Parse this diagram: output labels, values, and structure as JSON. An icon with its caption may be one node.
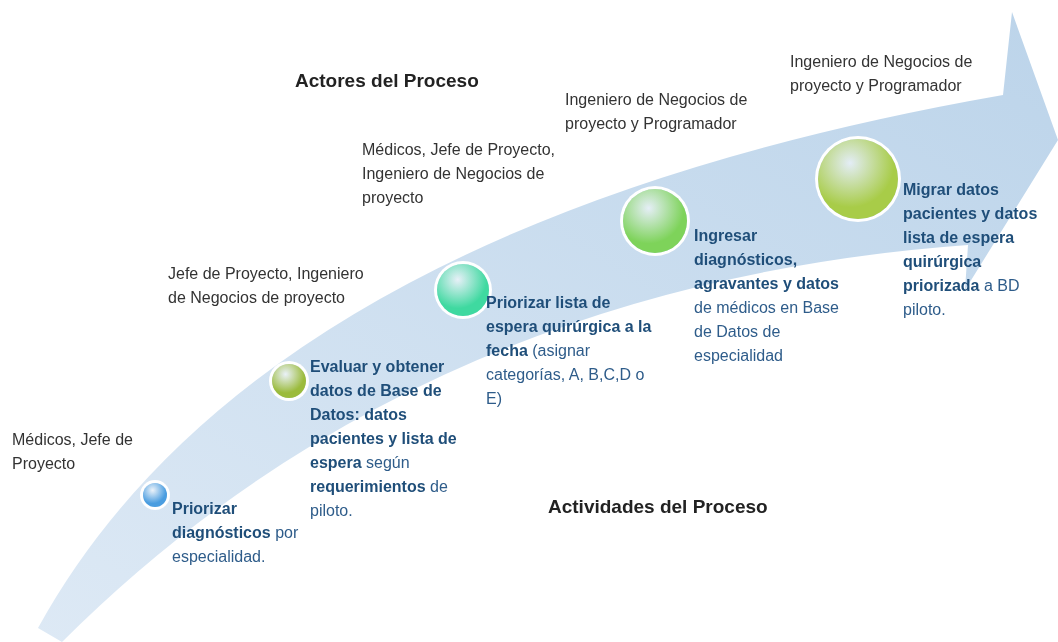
{
  "diagram": {
    "nodes": [
      {
        "text": [],
        "shape": "circle",
        "beside": [
          "Médicos, Jefe de Proyecto",
          "**Priorizar diagnósticos** por especialidad."
        ]
      },
      {
        "text": [],
        "shape": "circle",
        "beside": [
          "Jefe de Proyecto, Ingeniero de Negocios de proyecto",
          "**Evaluar y obtener datos de Base de Datos: datos pacientes y lista de espera** según **requerimientos** de piloto."
        ]
      },
      {
        "text": [],
        "shape": "circle",
        "beside": [
          "Médicos, Jefe de Proyecto, Ingeniero de Negocios de proyecto",
          "**Priorizar lista de espera quirúrgica a la fecha** (asignar categorías, A, B,C,D o E)"
        ]
      },
      {
        "text": [],
        "shape": "circle",
        "beside": [
          "Ingeniero de Negocios de proyecto y Programador",
          "**Ingresar diagnósticos, agravantes y datos** de médicos en Base de Datos de especialidad"
        ]
      },
      {
        "text": [],
        "shape": "circle",
        "beside": [
          "Ingeniero de Negocios de proyecto y Programador",
          "**Migrar datos pacientes y datos lista de espera quirúrgica priorizada** a BD piloto."
        ]
      }
    ],
    "edges": [],
    "labels": [
      "Actores del Proceso",
      "Actividades del Proceso"
    ]
  }
}
